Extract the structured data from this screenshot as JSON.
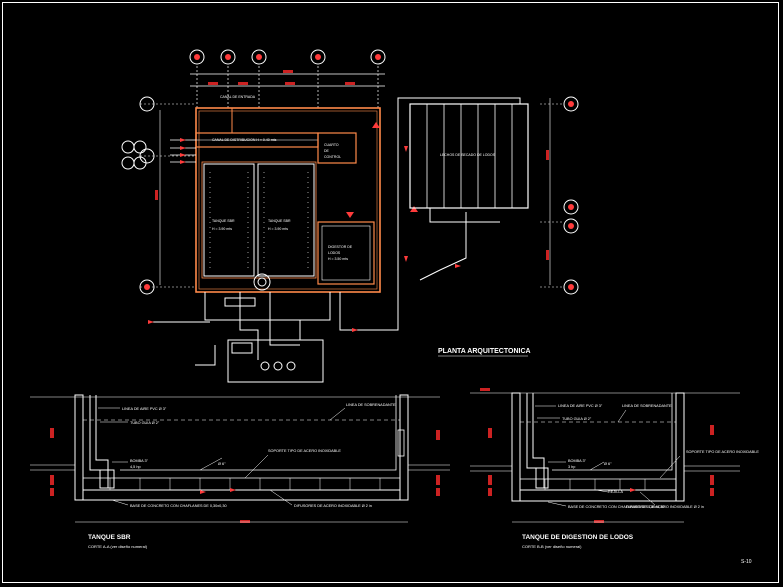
{
  "drawing": {
    "plan_title": "PLANTA ARQUITECTONICA",
    "sheet_number": "S-10",
    "colors": {
      "background": "#000000",
      "line": "#ffffff",
      "wall": "#ff8a4a",
      "accent": "#ff3b3b",
      "dimension": "#cc2222"
    }
  },
  "sections": [
    {
      "title": "TANQUE SBR",
      "subtitle": "CORTE A-A (ver diseño numeral)",
      "labels": {
        "pipe_1": "LINEA DE AIRE PVC Ø 3\"",
        "pipe_2": "TUBO GUIA Ø 2\"",
        "pump": "BOMBA 3\"",
        "power": "4,5 hp",
        "diffuser": "Ø 6\"",
        "support": "SOPORTE TIPO DE ACERO INOXIDABLE",
        "base": "BASE DE CONCRETO CON CHAFLANES DE 0,30x0,30",
        "diffusers": "DIFUSORES DE ACERO INOXIDABLE Ø 2 in",
        "level": "LINEA DE SOBRENADANTE"
      }
    },
    {
      "title": "TANQUE DE DIGESTION DE LODOS",
      "subtitle": "CORTE B-B (ver diseño numeral)",
      "labels": {
        "pipe_1": "LINEA DE AIRE PVC Ø 3\"",
        "pipe_2": "TUBO GUIA Ø 2\"",
        "pump": "BOMBA 3\"",
        "power": "3 hp",
        "diffuser": "Ø 6\"",
        "support": "SOPORTE TIPO DE ACERO INOXIDABLE",
        "base": "BASE DE CONCRETO CON CHAFLANES DE 0,30x0,30",
        "diffusers": "DIFUSORES DE ACERO INOXIDABLE Ø 2 in",
        "level": "LINEA DE SOBRENADANTE",
        "drain": "REJILLA"
      }
    }
  ]
}
